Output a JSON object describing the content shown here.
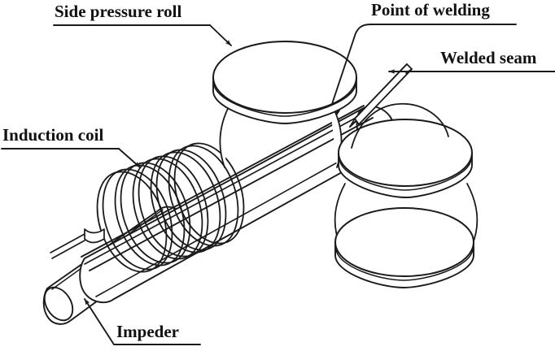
{
  "figure": {
    "title": "High-frequency induction tube welding schematic",
    "background": "#ffffff",
    "line_color": "#1a1a1a",
    "text_color": "#111111"
  },
  "labels": {
    "side_pressure_roll": "Side pressure roll",
    "point_of_welding": "Point of welding",
    "welded_seam": "Welded seam",
    "induction_coil": "Induction coil",
    "impeder": "Impeder"
  },
  "parts": {
    "tube": "open-seam-tube",
    "seam_groove": "v-groove-open-seam",
    "induction_coil_turns": 5,
    "rolls": 2,
    "roll_shape": "hourglass-spool",
    "impeder_shape": "cylindrical-rod"
  },
  "leaders": {
    "side_pressure_roll": "arrow-down-right",
    "point_of_welding": "line-down-left",
    "welded_seam": "arrow-left",
    "induction_coil": "arrow-down-right",
    "impeder": "arrow-up-left"
  }
}
